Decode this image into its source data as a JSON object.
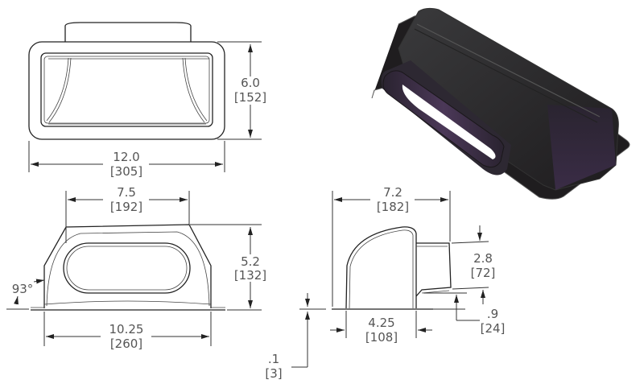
{
  "drawing": {
    "type": "engineering-drawing",
    "views": [
      "top",
      "front",
      "side-section",
      "isometric"
    ],
    "colors": {
      "line": "#333333",
      "text": "#555555",
      "part_body": "#262326",
      "part_shade": "#3a2f3d",
      "part_highlight": "#4a3a55"
    }
  },
  "top_view": {
    "width": {
      "in": "12.0",
      "mm": "[305]"
    },
    "height": {
      "in": "6.0",
      "mm": "[152]"
    }
  },
  "front_view": {
    "top_width": {
      "in": "7.5",
      "mm": "[192]"
    },
    "height": {
      "in": "5.2",
      "mm": "[132]"
    },
    "base_width": {
      "in": "10.25",
      "mm": "[260]"
    },
    "angle": "93°"
  },
  "side_view": {
    "length": {
      "in": "7.2",
      "mm": "[182]"
    },
    "outlet_height": {
      "in": "2.8",
      "mm": "[72]"
    },
    "outlet_offset": {
      "in": ".9",
      "mm": "[24]"
    },
    "base_length": {
      "in": "4.25",
      "mm": "[108]"
    },
    "flange_thickness": {
      "in": ".1",
      "mm": "[3]"
    }
  }
}
